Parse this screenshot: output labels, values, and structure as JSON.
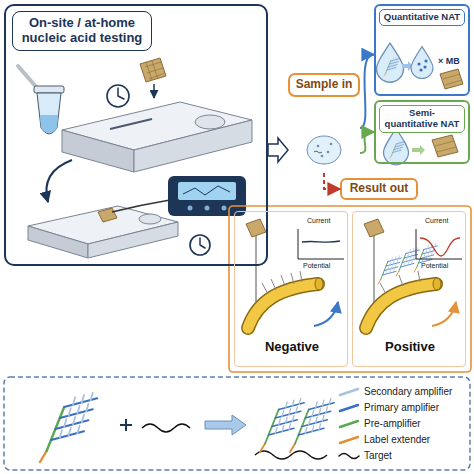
{
  "diagram": {
    "nodes": [
      {
        "text": [
          "On-site / at-home nucleic acid testing"
        ]
      },
      {
        "text": [
          "Sample in"
        ]
      },
      {
        "text": [
          "Quantitative NAT",
          "× MB"
        ]
      },
      {
        "text": [
          "Semi-quantitative NAT"
        ]
      },
      {
        "text": [
          "Result out"
        ]
      },
      {
        "text": [
          "Current",
          "Potential",
          "Negative"
        ]
      },
      {
        "text": [
          "Current",
          "Potential",
          "Positive"
        ]
      }
    ],
    "edges": [
      {
        "from": 0,
        "to": 1,
        "arrow": "to"
      },
      {
        "from": 1,
        "to": 2,
        "arrow": "to"
      },
      {
        "from": 1,
        "to": 3,
        "arrow": "to"
      },
      {
        "from": 1,
        "to": 4,
        "arrow": "to"
      }
    ],
    "legend": [
      {
        "text": "Secondary amplifier",
        "color": "#a9c1dd"
      },
      {
        "text": "Primary amplifier",
        "color": "#3a6fc4"
      },
      {
        "text": "Pre-amplifier",
        "color": "#5aa84f"
      },
      {
        "text": "Label extender",
        "color": "#e0903a"
      },
      {
        "text": "Target"
      }
    ]
  }
}
